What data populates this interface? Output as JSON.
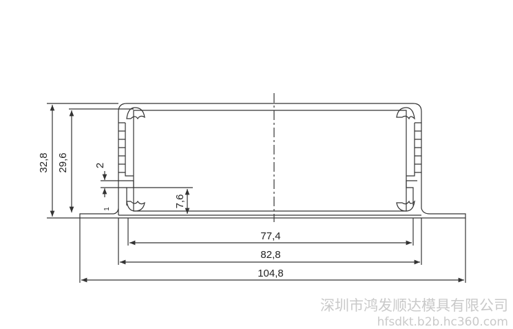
{
  "dimensions": {
    "height_outer": "32,8",
    "height_inner": "29,6",
    "fin_gap": "2",
    "slot_height": "7,6",
    "width_inner": "77,4",
    "width_middle": "82,8",
    "width_overall": "104,8",
    "small_mark": "1"
  },
  "watermark": {
    "company": "深圳市鸿发顺达模具有限公司",
    "site": "hfsdkt.b2b.hc360.com"
  },
  "colors": {
    "line": "#333333",
    "watermark": "#c9c9c9"
  }
}
